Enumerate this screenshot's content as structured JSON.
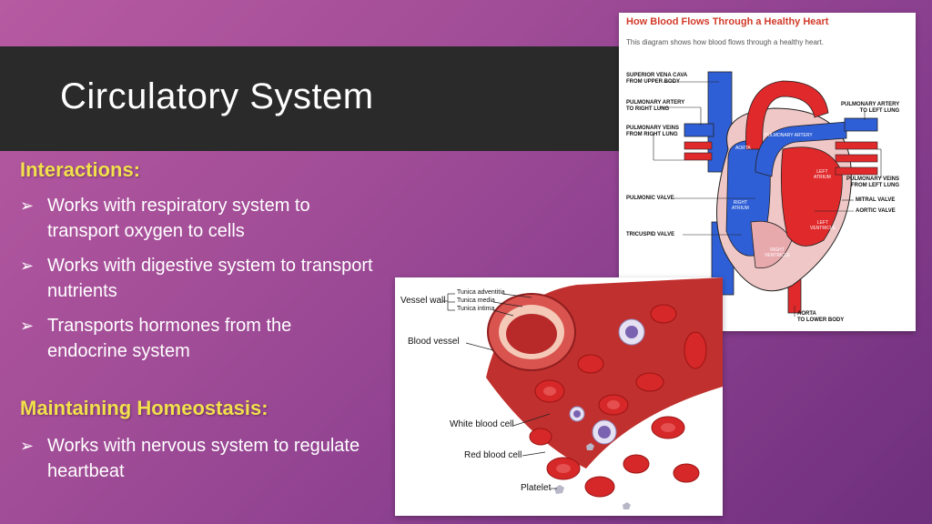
{
  "slide": {
    "title": "Circulatory System",
    "sections": [
      {
        "heading": "Interactions:",
        "bullets": [
          "Works with respiratory system to transport oxygen to cells",
          "Works with digestive system to transport nutrients",
          "Transports hormones from the endocrine system"
        ]
      },
      {
        "heading": "Maintaining Homeostasis:",
        "bullets": [
          "Works with nervous system to regulate heartbeat"
        ]
      }
    ]
  },
  "heart_diagram": {
    "title": "How Blood Flows Through a Healthy Heart",
    "subtitle": "This diagram shows how blood flows through a healthy heart.",
    "labels": {
      "svc": "SUPERIOR VENA CAVA\nFROM UPPER BODY",
      "pa_right": "PULMONARY ARTERY\nTO RIGHT LUNG",
      "pv_right": "PULMONARY VEINS\nFROM RIGHT LUNG",
      "pa_left": "PULMONARY ARTERY\nTO LEFT LUNG",
      "pv_left": "PULMONARY VEINS\nFROM LEFT LUNG",
      "pulmonic_valve": "PULMONIC VALVE",
      "mitral_valve": "MITRAL VALVE",
      "aortic_valve": "AORTIC VALVE",
      "tricuspid_valve": "TRICUSPID VALVE",
      "aorta_lower": "AORTA\nTO LOWER BODY",
      "aorta": "AORTA",
      "pulmonary_artery": "PULMONARY ARTERY",
      "left_atrium": "LEFT\nATRIUM",
      "right_atrium": "RIGHT\nATRIUM",
      "left_ventricle": "LEFT\nVENTRICLE",
      "right_ventricle": "RIGHT\nVENTRICLE"
    }
  },
  "vessel_diagram": {
    "labels": {
      "vessel_wall": "Vessel wall",
      "tunica_adventitia": "Tunica adventitia",
      "tunica_media": "Tunica media",
      "tunica_intima": "Tunica intima",
      "blood_vessel": "Blood vessel",
      "white_blood_cell": "White blood cell",
      "red_blood_cell": "Red blood cell",
      "platelet": "Platelet"
    }
  },
  "colors": {
    "title_bar": "#2a2a2a",
    "heading": "#f2e04c",
    "oxygenated": "#e0292b",
    "deoxygenated": "#2f5fd6"
  },
  "icons": {
    "bullet": "arrow-bullet-icon"
  }
}
